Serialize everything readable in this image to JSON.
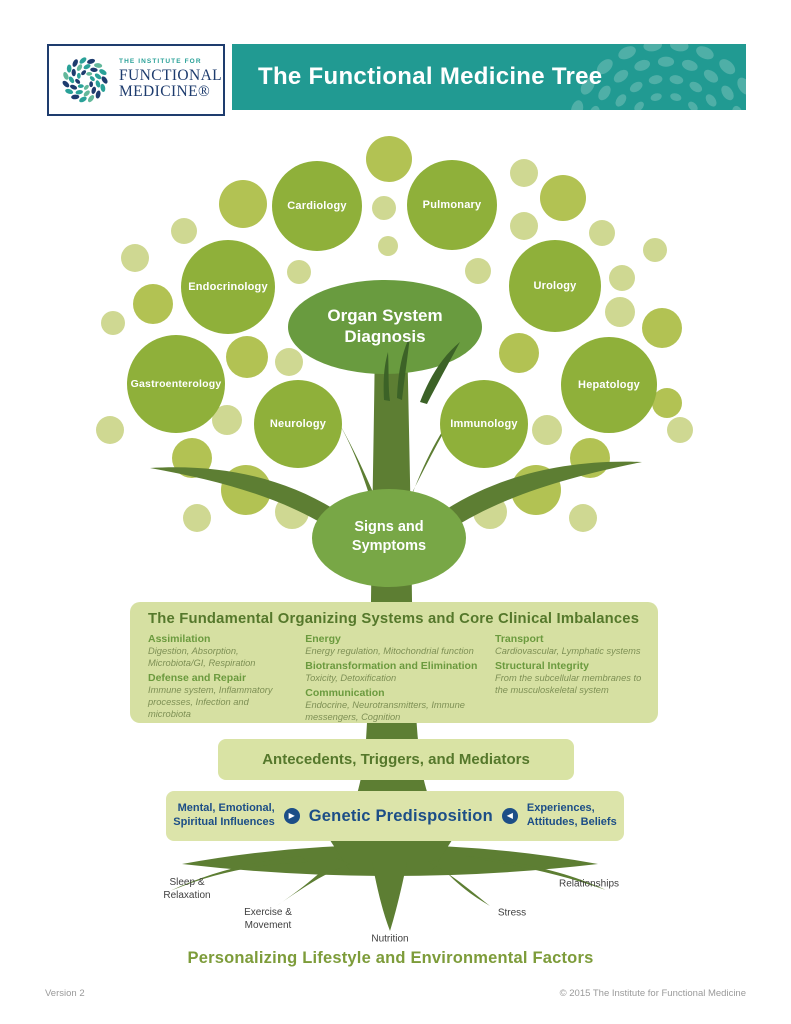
{
  "header": {
    "logo": {
      "line1": "THE INSTITUTE FOR",
      "line2": "FUNCTIONAL",
      "line3": "MEDICINE®"
    },
    "title": "The Functional Medicine Tree"
  },
  "canopy": {
    "center_label": "Organ System\nDiagnosis",
    "specialties": [
      "Cardiology",
      "Pulmonary",
      "Endocrinology",
      "Urology",
      "Gastroenterology",
      "Hepatology",
      "Neurology",
      "Immunology"
    ]
  },
  "trunk": {
    "signs_label": "Signs and\nSymptoms"
  },
  "systems_box": {
    "title": "The Fundamental Organizing Systems and Core Clinical Imbalances",
    "columns": [
      {
        "items": [
          {
            "name": "Assimilation",
            "detail": "Digestion, Absorption, Microbiota/GI, Respiration"
          },
          {
            "name": "Defense and Repair",
            "detail": "Immune system, Inflammatory processes, Infection and microbiota"
          }
        ]
      },
      {
        "items": [
          {
            "name": "Energy",
            "detail": "Energy regulation, Mitochondrial function"
          },
          {
            "name": "Biotransformation and Elimination",
            "detail": "Toxicity, Detoxification"
          },
          {
            "name": "Communication",
            "detail": "Endocrine, Neurotransmitters, Immune messengers, Cognition"
          }
        ]
      },
      {
        "items": [
          {
            "name": "Transport",
            "detail": "Cardiovascular, Lymphatic systems"
          },
          {
            "name": "Structural Integrity",
            "detail": "From the subcellular membranes to the musculoskeletal system"
          }
        ]
      }
    ]
  },
  "antecedents_box": {
    "label": "Antecedents, Triggers, and Mediators"
  },
  "genetic_box": {
    "left": "Mental, Emotional,\nSpiritual Influences",
    "center": "Genetic Predisposition",
    "right": "Experiences,\nAttitudes, Beliefs"
  },
  "icons": {
    "arrow_right": "▶",
    "arrow_left": "◀"
  },
  "roots": {
    "labels": [
      "Sleep &\nRelaxation",
      "Exercise &\nMovement",
      "Nutrition",
      "Stress",
      "Relationships"
    ]
  },
  "bottom_caption": "Personalizing Lifestyle and Environmental Factors",
  "footer": {
    "left": "Version 2",
    "right": "© 2015 The Institute for Functional Medicine"
  },
  "colors": {
    "banner_teal": "#219a92",
    "banner_dot": "#4fafa7",
    "logo_navy": "#1e3c6e",
    "logo_teal": "#2aa198",
    "leaf_large": "#8fb03a",
    "leaf_medium": "#b2c253",
    "leaf_light": "#cfd892",
    "organ_ellipse": "#699b3f",
    "signs_ellipse": "#78a746",
    "trunk_olive": "#5d7e33",
    "branch_tip_dark": "#3c6227",
    "panel_bg": "#d6e0a2",
    "panel_heading": "#55782b",
    "category_green": "#6b9a3e",
    "detail_olive": "#7e9055",
    "genetic_navy": "#1c4e87",
    "caption_olive": "#7d9c3a",
    "footer_gray": "#9a9a9a"
  }
}
